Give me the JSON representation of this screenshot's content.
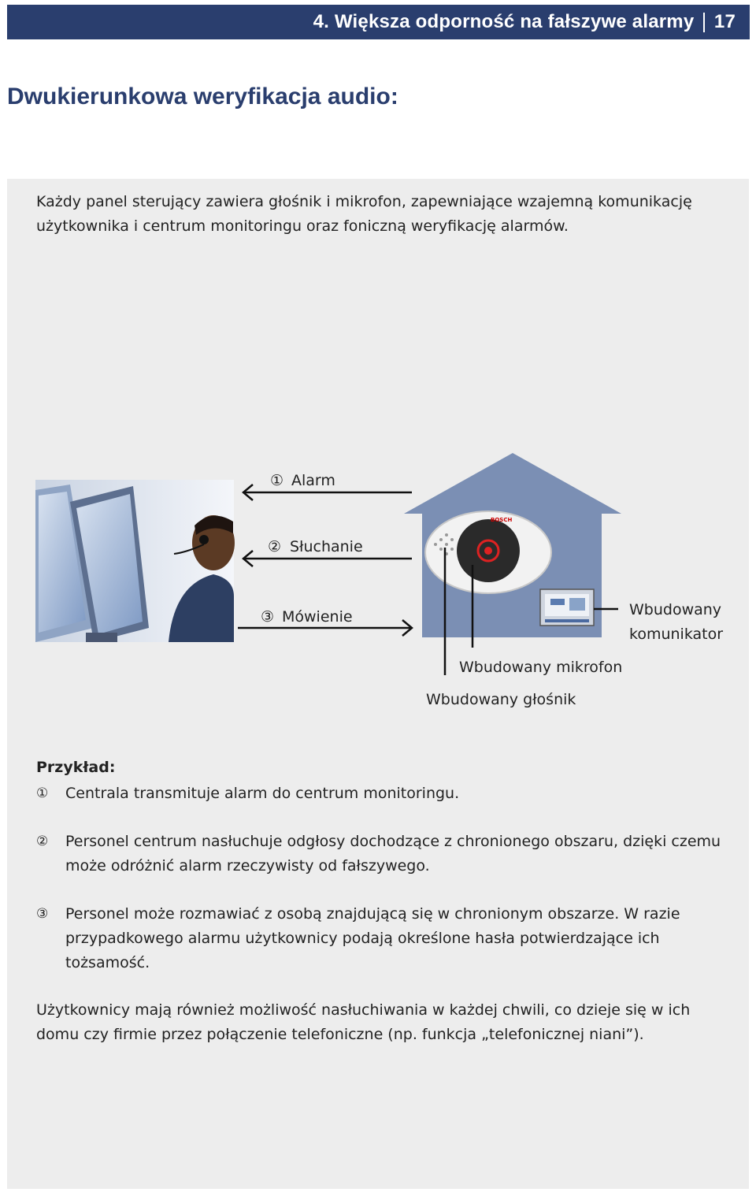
{
  "header": {
    "section": "4. Większa odporność na fałszywe alarmy",
    "page_number": "17"
  },
  "title": "Dwukierunkowa weryfikacja audio:",
  "intro": "Każdy panel sterujący zawiera głośnik i mikrofon, zapewniające wzajemną komunikację użytkownika i centrum monitoringu oraz foniczną weryfikację alarmów.",
  "diagram": {
    "steps": [
      {
        "num": "①",
        "label": "Alarm"
      },
      {
        "num": "②",
        "label": "Słuchanie"
      },
      {
        "num": "③",
        "label": "Mówienie"
      }
    ],
    "communicator_line1": "Wbudowany",
    "communicator_line2": "komunikator",
    "microphone": "Wbudowany mikrofon",
    "speaker": "Wbudowany głośnik",
    "device_brand": "BOSCH"
  },
  "example": {
    "heading": "Przykład:",
    "items": [
      {
        "num": "①",
        "text": "Centrala transmituje alarm do centrum monitoringu."
      },
      {
        "num": "②",
        "text": "Personel centrum nasłuchuje odgłosy dochodzące z chronionego obszaru, dzięki czemu może odróżnić alarm rzeczywisty od fałszywego."
      },
      {
        "num": "③",
        "text": "Personel może rozmawiać z osobą znajdującą się w chronionym obszarze. W razie przypadkowego alarmu użytkownicy podają określone hasła potwierdzające ich tożsamość."
      }
    ]
  },
  "closing": "Użytkownicy mają również możliwość nasłuchiwania w każdej chwili, co dzieje się w ich domu czy firmie przez połączenie telefoniczne (np. funkcja „telefonicznej niani”).",
  "colors": {
    "header_bg": "#2a3e6e",
    "title": "#2a3e6e",
    "panel_bg": "#ededed",
    "house": "#7b8fb4"
  }
}
